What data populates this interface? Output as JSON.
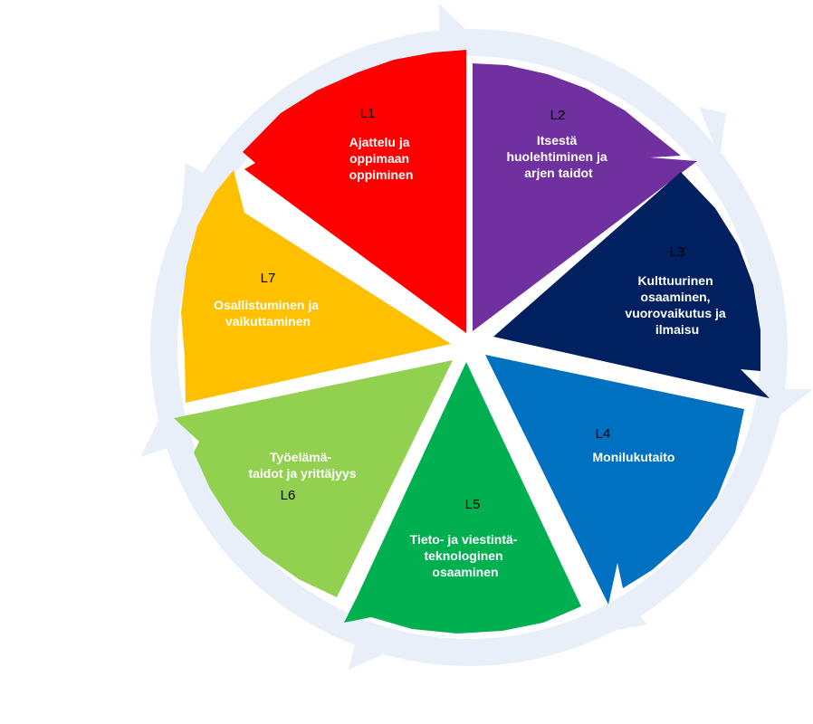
{
  "diagram": {
    "type": "segmented-cycle-wheel",
    "ring_color": "#e9eff9",
    "segments": [
      {
        "code": "L1",
        "title_lines": [
          "Ajattelu ja",
          "oppimaan",
          "oppiminen"
        ],
        "color": "#ff0000"
      },
      {
        "code": "L2",
        "title_lines": [
          "Itsestä",
          "huolehtiminen ja",
          "arjen taidot"
        ],
        "color": "#7030a0"
      },
      {
        "code": "L3",
        "title_lines": [
          "Kulttuurinen",
          "osaaminen,",
          "vuorovaikutus ja",
          "ilmaisu"
        ],
        "color": "#002060"
      },
      {
        "code": "L4",
        "title_lines": [
          "Monilukutaito"
        ],
        "color": "#0070c0"
      },
      {
        "code": "L5",
        "title_lines": [
          "Tieto- ja viestintä-",
          "teknologinen",
          "osaaminen"
        ],
        "color": "#00b050"
      },
      {
        "code": "L6",
        "title_lines": [
          "Työelämä-",
          "taidot ja yrittäjyys"
        ],
        "color": "#92d050"
      },
      {
        "code": "L7",
        "title_lines": [
          "Osallistuminen ja",
          "vaikuttaminen"
        ],
        "color": "#ffc000"
      }
    ]
  }
}
